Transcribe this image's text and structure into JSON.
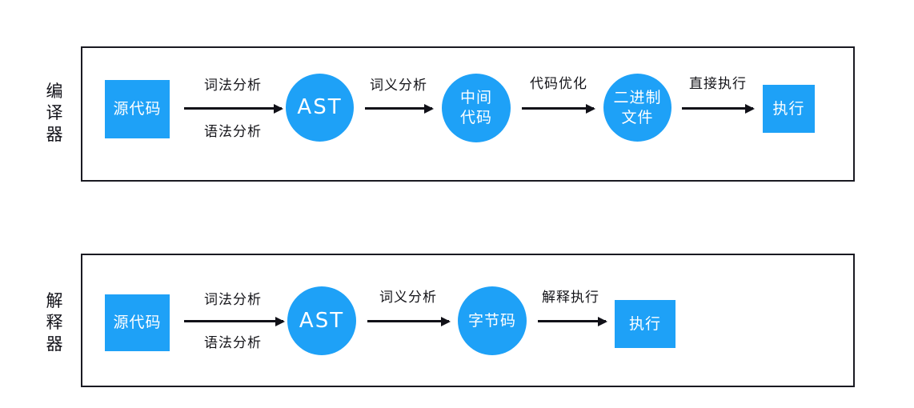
{
  "diagram": {
    "title_hidden": "",
    "accent_color": "#1ea1f7",
    "stroke_color": "#111118",
    "background": "#ffffff"
  },
  "rows": [
    {
      "caption": "编译器",
      "nodes": [
        {
          "label": "源代码",
          "shape": "rect"
        },
        {
          "label": "AST",
          "shape": "circle"
        },
        {
          "label": "中间\n代码",
          "shape": "circle"
        },
        {
          "label": "二进制\n文件",
          "shape": "circle"
        },
        {
          "label": "执行",
          "shape": "rect"
        }
      ],
      "edges": [
        {
          "above": "词法分析",
          "below": "语法分析"
        },
        {
          "above": "词义分析",
          "below": ""
        },
        {
          "above": "代码优化",
          "below": ""
        },
        {
          "above": "直接执行",
          "below": ""
        }
      ]
    },
    {
      "caption": "解释器",
      "nodes": [
        {
          "label": "源代码",
          "shape": "rect"
        },
        {
          "label": "AST",
          "shape": "circle"
        },
        {
          "label": "字节码",
          "shape": "circle"
        },
        {
          "label": "执行",
          "shape": "rect"
        }
      ],
      "edges": [
        {
          "above": "词法分析",
          "below": "语法分析"
        },
        {
          "above": "词义分析",
          "below": ""
        },
        {
          "above": "解释执行",
          "below": ""
        }
      ]
    }
  ]
}
